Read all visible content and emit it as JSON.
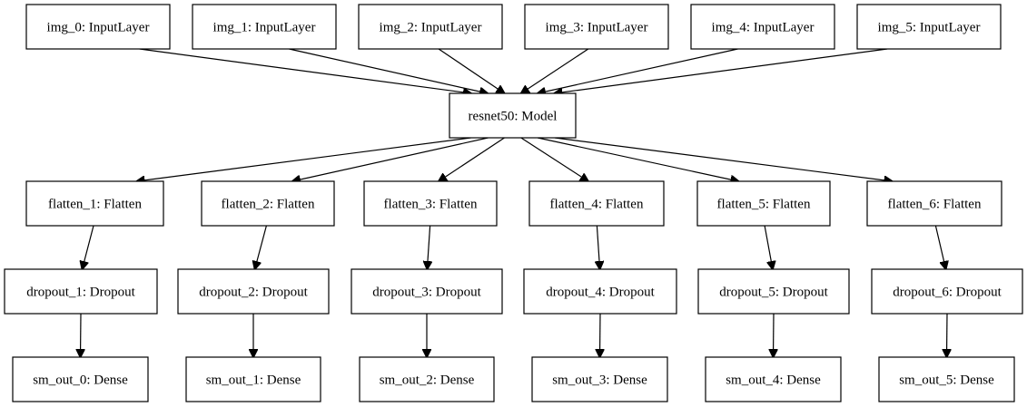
{
  "nodes": {
    "img_0": "img_0: InputLayer",
    "img_1": "img_1: InputLayer",
    "img_2": "img_2: InputLayer",
    "img_3": "img_3: InputLayer",
    "img_4": "img_4: InputLayer",
    "img_5": "img_5: InputLayer",
    "resnet50": "resnet50: Model",
    "flatten_1": "flatten_1: Flatten",
    "flatten_2": "flatten_2: Flatten",
    "flatten_3": "flatten_3: Flatten",
    "flatten_4": "flatten_4: Flatten",
    "flatten_5": "flatten_5: Flatten",
    "flatten_6": "flatten_6: Flatten",
    "dropout_1": "dropout_1: Dropout",
    "dropout_2": "dropout_2: Dropout",
    "dropout_3": "dropout_3: Dropout",
    "dropout_4": "dropout_4: Dropout",
    "dropout_5": "dropout_5: Dropout",
    "dropout_6": "dropout_6: Dropout",
    "sm_out_0": "sm_out_0: Dense",
    "sm_out_1": "sm_out_1: Dense",
    "sm_out_2": "sm_out_2: Dense",
    "sm_out_3": "sm_out_3: Dense",
    "sm_out_4": "sm_out_4: Dense",
    "sm_out_5": "sm_out_5: Dense"
  },
  "edges": [
    [
      "img_0",
      "resnet50"
    ],
    [
      "img_1",
      "resnet50"
    ],
    [
      "img_2",
      "resnet50"
    ],
    [
      "img_3",
      "resnet50"
    ],
    [
      "img_4",
      "resnet50"
    ],
    [
      "img_5",
      "resnet50"
    ],
    [
      "resnet50",
      "flatten_1"
    ],
    [
      "resnet50",
      "flatten_2"
    ],
    [
      "resnet50",
      "flatten_3"
    ],
    [
      "resnet50",
      "flatten_4"
    ],
    [
      "resnet50",
      "flatten_5"
    ],
    [
      "resnet50",
      "flatten_6"
    ],
    [
      "flatten_1",
      "dropout_1"
    ],
    [
      "flatten_2",
      "dropout_2"
    ],
    [
      "flatten_3",
      "dropout_3"
    ],
    [
      "flatten_4",
      "dropout_4"
    ],
    [
      "flatten_5",
      "dropout_5"
    ],
    [
      "flatten_6",
      "dropout_6"
    ],
    [
      "dropout_1",
      "sm_out_0"
    ],
    [
      "dropout_2",
      "sm_out_1"
    ],
    [
      "dropout_3",
      "sm_out_2"
    ],
    [
      "dropout_4",
      "sm_out_3"
    ],
    [
      "dropout_5",
      "sm_out_4"
    ],
    [
      "dropout_6",
      "sm_out_5"
    ]
  ]
}
